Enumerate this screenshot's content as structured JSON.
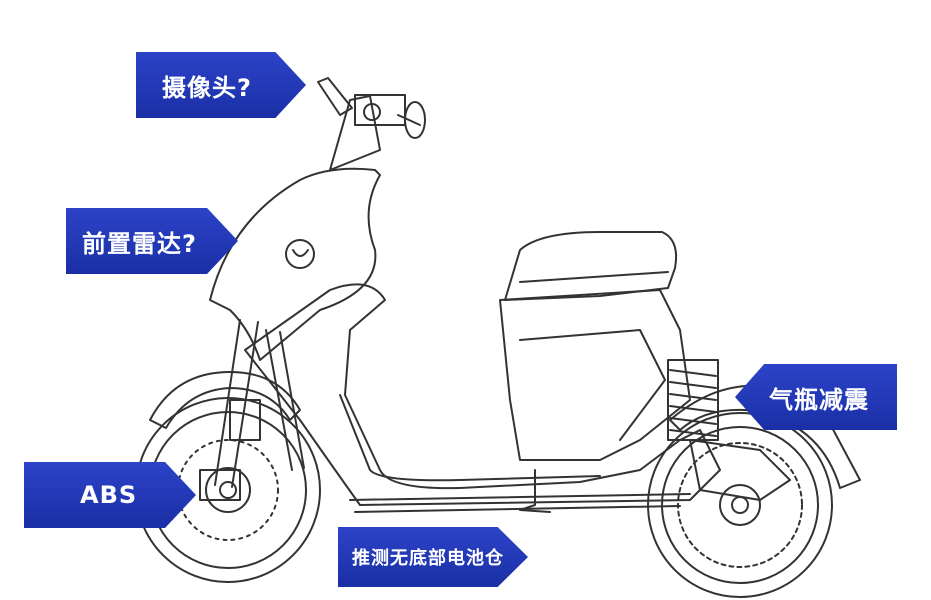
{
  "callouts": {
    "camera": "摄像头?",
    "front_radar": "前置雷达?",
    "abs": "ABS",
    "gas_shock": "气瓶减震",
    "battery": "推测无底部电池仓"
  },
  "colors": {
    "callout_fill": "#1f33b0",
    "line": "#333333",
    "background": "#ffffff"
  }
}
